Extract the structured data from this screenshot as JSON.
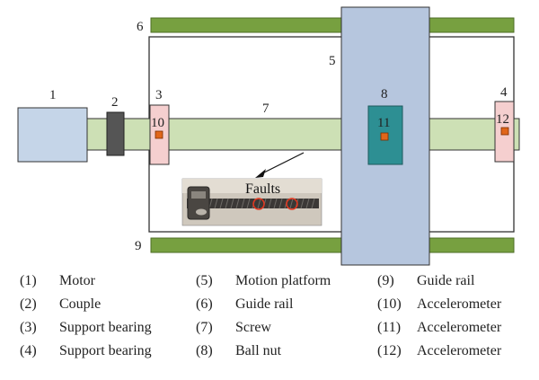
{
  "diagram": {
    "labels": {
      "motor": "1",
      "couple": "2",
      "support_left": "3",
      "support_right": "4",
      "platform": "5",
      "rail_top": "6",
      "screw": "7",
      "ball_nut": "8",
      "rail_bottom": "9",
      "accel_left": "10",
      "accel_mid": "11",
      "accel_right": "12"
    },
    "faults_label": "Faults",
    "colors": {
      "motor": "#c5d5e8",
      "couple": "#555555",
      "screw": "#cde0b5",
      "rail": "#77a040",
      "platform": "#b6c6de",
      "ball_nut": "#2d8f93",
      "bearing": "#f5cfcf",
      "accelerometer": "#e0661a"
    }
  },
  "legend": [
    {
      "index": "(1)",
      "text": "Motor"
    },
    {
      "index": "(2)",
      "text": "Couple"
    },
    {
      "index": "(3)",
      "text": "Support bearing"
    },
    {
      "index": "(4)",
      "text": "Support bearing"
    },
    {
      "index": "(5)",
      "text": "Motion platform"
    },
    {
      "index": "(6)",
      "text": "Guide rail"
    },
    {
      "index": "(7)",
      "text": "Screw"
    },
    {
      "index": "(8)",
      "text": "Ball nut"
    },
    {
      "index": "(9)",
      "text": "Guide rail"
    },
    {
      "index": "(10)",
      "text": "Accelerometer"
    },
    {
      "index": "(11)",
      "text": "Accelerometer"
    },
    {
      "index": "(12)",
      "text": "Accelerometer"
    }
  ]
}
